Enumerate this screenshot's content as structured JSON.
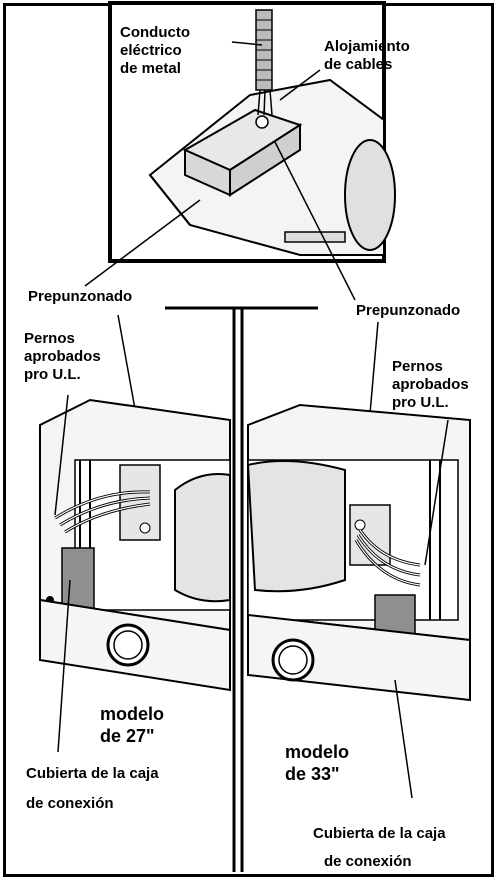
{
  "labels": {
    "conduit": "Conducto\neléctrico\nde metal",
    "wire_housing": "Alojamiento\nde cables",
    "knockout_left": "Prepunzonado",
    "knockout_right": "Prepunzonado",
    "bolts_left": "Pernos\naprobados\npro U.L.",
    "bolts_right": "Pernos\naprobados\npro U.L.",
    "model_27": "modelo\nde 27\"",
    "model_33": "modelo\nde 33\"",
    "cover_left_line1": "Cubierta de la caja",
    "cover_left_line2": "de conexión",
    "cover_right_line1": "Cubierta de la caja",
    "cover_right_line2": "de conexión"
  }
}
